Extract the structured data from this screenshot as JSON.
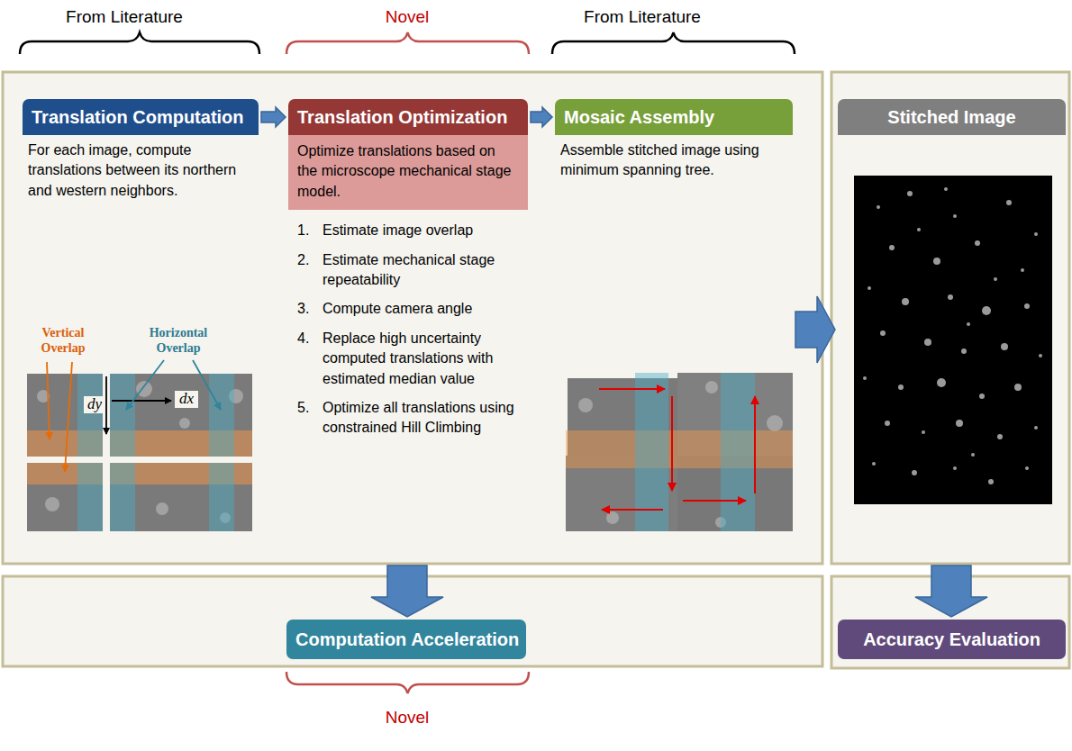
{
  "diagram": {
    "nodes": [
      {
        "text": [
          "Translation Computation",
          "For each image, compute translations between its northern and western neighbors."
        ]
      },
      {
        "text": [
          "Translation Optimization",
          "Optimize translations based on the microscope mechanical stage model.",
          "1.",
          "Estimate image overlap",
          "2.",
          "Estimate mechanical stage repeatability",
          "3.",
          "Compute camera angle",
          "4.",
          "Replace high uncertainty computed translations with estimated median value",
          "5.",
          "Optimize all translations using constrained Hill Climbing"
        ]
      },
      {
        "text": [
          "Mosaic Assembly",
          "Assemble stitched image using minimum spanning tree."
        ]
      },
      {
        "text": [
          "Stitched Image"
        ]
      },
      {
        "text": [
          "Computation Acceleration"
        ]
      },
      {
        "text": [
          "Accuracy Evaluation"
        ]
      }
    ],
    "edges": [
      {
        "from": 0,
        "to": 1,
        "arrow": "to"
      },
      {
        "from": 1,
        "to": 2,
        "arrow": "to"
      },
      {
        "from": 2,
        "to": 3,
        "arrow": "to"
      },
      {
        "from": 1,
        "to": 4,
        "arrow": "to"
      },
      {
        "from": 3,
        "to": 5,
        "arrow": "to"
      }
    ],
    "labels": [
      "From Literature",
      "Novel",
      "From Literature",
      "Vertical Overlap",
      "Horizontal Overlap",
      "dx",
      "dy",
      "Novel"
    ]
  }
}
